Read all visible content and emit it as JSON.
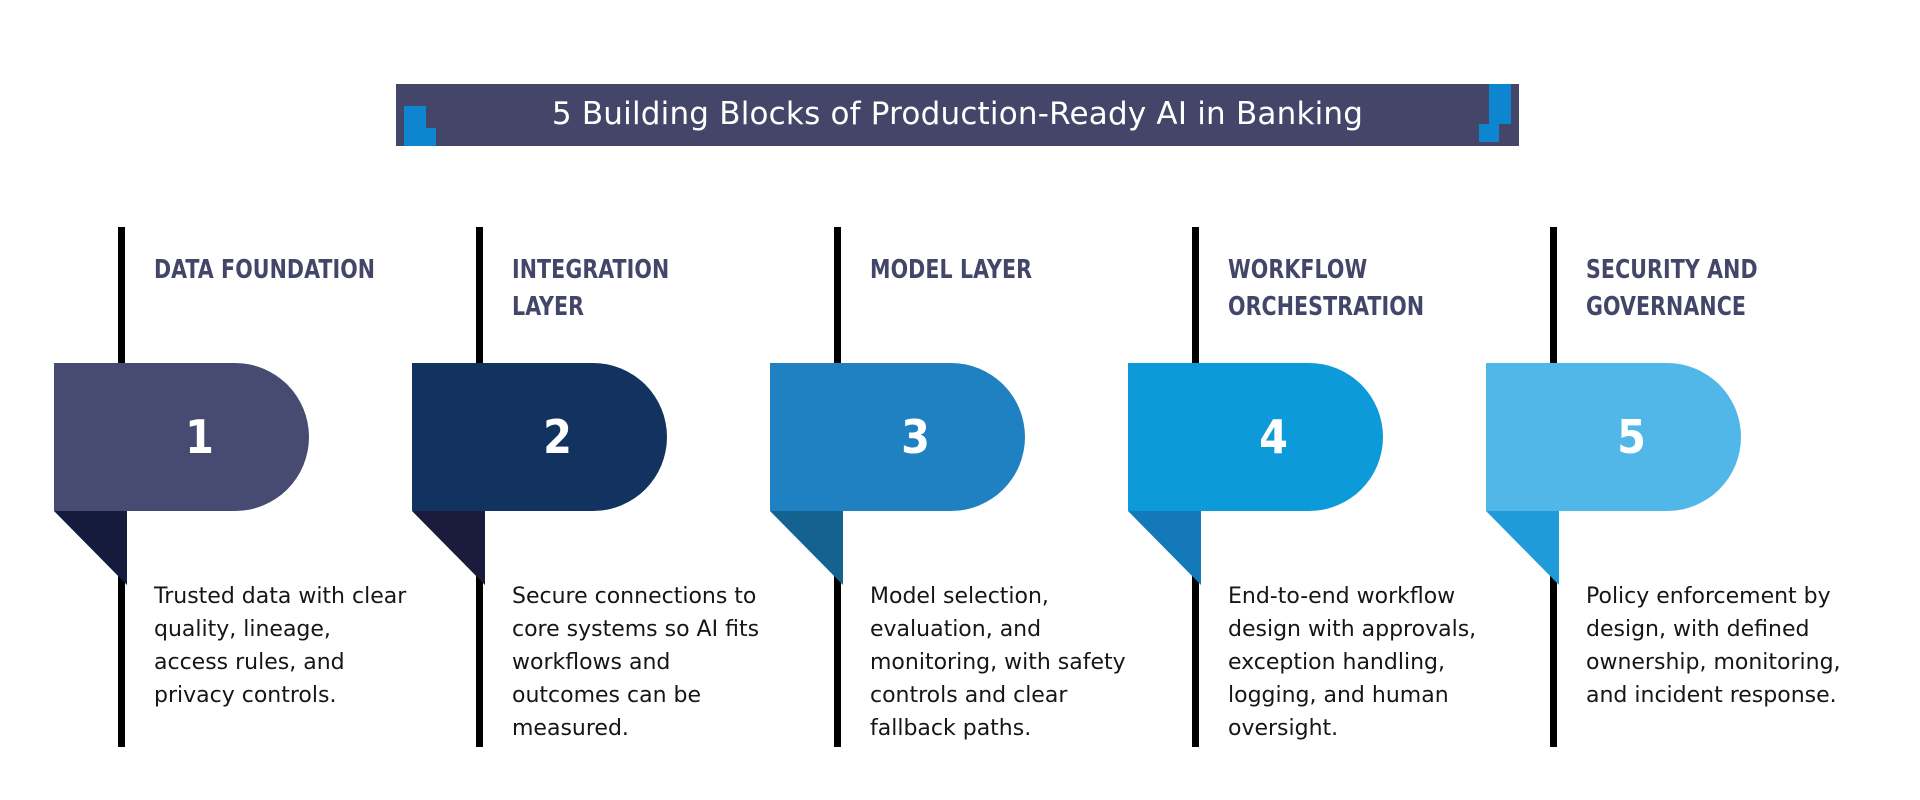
{
  "title": {
    "text": "5 Building Blocks of Production-Ready AI in Banking",
    "bar_color": "#434669",
    "accent_color": "#0d86cf",
    "text_color": "#ffffff"
  },
  "colors": {
    "heading": "#434669",
    "body": "#161616",
    "rule": "#000000",
    "background": "#ffffff"
  },
  "blocks": [
    {
      "number": "1",
      "heading": "DATA FOUNDATION",
      "body": "Trusted data with clear quality, lineage, access rules, and privacy controls.",
      "badge_color": "#474b71",
      "tail_color": "#141b3c"
    },
    {
      "number": "2",
      "heading": "INTEGRATION LAYER",
      "body": "Secure connections to core systems so AI fits workflows and outcomes can be measured.",
      "badge_color": "#123360",
      "tail_color": "#1b1b3d"
    },
    {
      "number": "3",
      "heading": "MODEL LAYER",
      "body": "Model selection, evaluation, and monitoring, with safety controls and clear fallback paths.",
      "badge_color": "#1f81c2",
      "tail_color": "#14628f"
    },
    {
      "number": "4",
      "heading": "WORKFLOW ORCHESTRATION",
      "body": "End-to-end workflow design with approvals, exception handling, logging, and human oversight.",
      "badge_color": "#0c9ad8",
      "tail_color": "#1479b8"
    },
    {
      "number": "5",
      "heading": "SECURITY AND GOVERNANCE",
      "body": "Policy enforcement by design, with defined ownership, monitoring, and incident response.",
      "badge_color": "#51b7e8",
      "tail_color": "#1e9bd8"
    }
  ]
}
